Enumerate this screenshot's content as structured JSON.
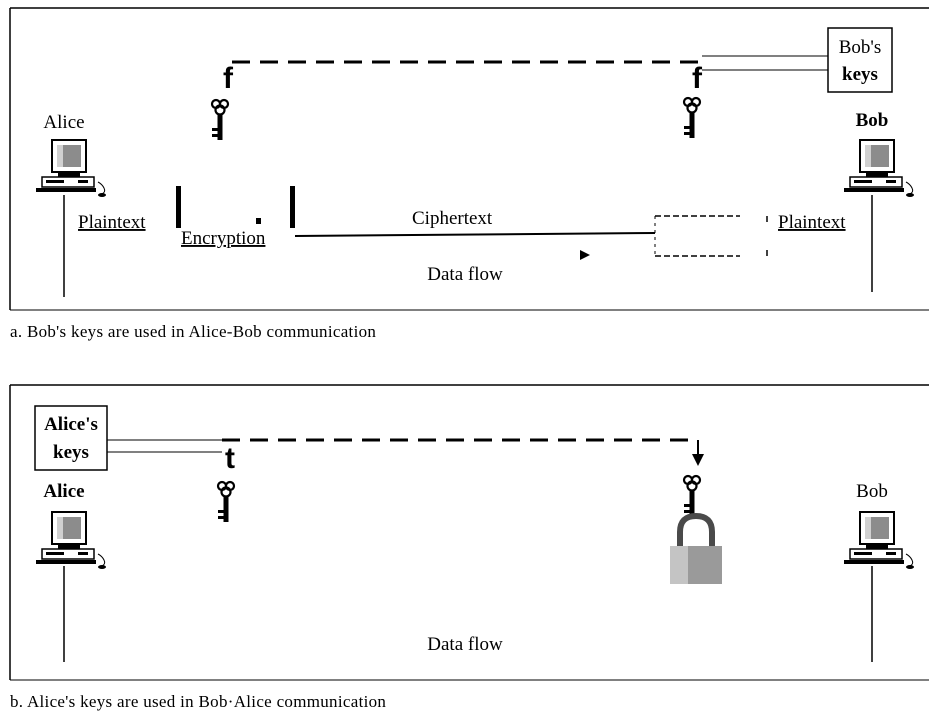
{
  "panel_a": {
    "keys_box": [
      "Bob's",
      "keys"
    ],
    "left_user": "Alice",
    "right_user": "Bob",
    "left_letter": "f",
    "right_letter": "f",
    "plaintext_left": "Plaintext",
    "encryption": "Encryption",
    "ciphertext": "Ciphertext",
    "plaintext_right": "Plaintext",
    "data_flow": "Data flow",
    "caption": "a. Bob's keys are used in Alice-Bob communication"
  },
  "panel_b": {
    "keys_box": [
      "Alice's",
      "keys"
    ],
    "left_user": "Alice",
    "right_user": "Bob",
    "letter": "t",
    "data_flow": "Data flow",
    "caption": "b. Alice's keys are used in Bob·Alice communication"
  },
  "icons": [
    "computer-icon",
    "key-icon",
    "padlock-icon",
    "arrow-down-icon"
  ]
}
